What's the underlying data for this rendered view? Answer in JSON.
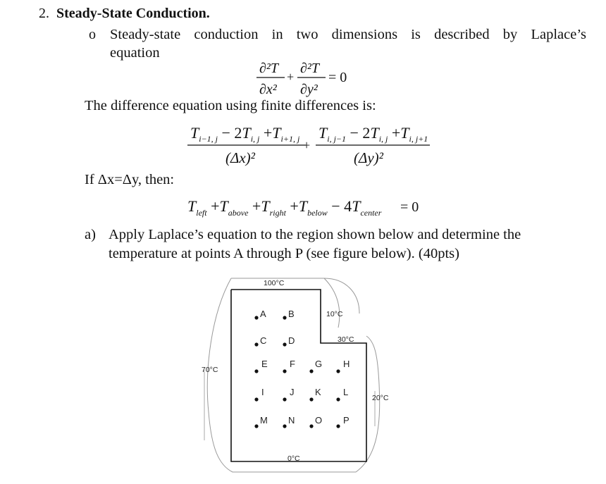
{
  "section": {
    "number": "2.",
    "title": "Steady-State Conduction."
  },
  "bullet": {
    "marker": "o",
    "line1": "Steady-state conduction in two dimensions is described by Laplace’s",
    "line2": "equation"
  },
  "laplace": {
    "num1": "∂²T",
    "den1": "∂x²",
    "plus": "+",
    "num2": "∂²T",
    "den2": "∂y²",
    "rhs": "= 0"
  },
  "difference_intro": "The difference equation using finite differences is:",
  "difference_eq": {
    "num1": "T",
    "den1": "(Δx)²",
    "num2": "T",
    "den2": "(Δy)²"
  },
  "condition": "If Δx=Δy, then:",
  "simplified_eq": {
    "rhs": "= 0"
  },
  "question": {
    "marker": "a)",
    "text": "Apply Laplace’s equation to the region shown below and determine the temperature at points A through P (see figure below). (40pts)"
  },
  "figure": {
    "boundaries": {
      "top": "100°C",
      "left": "70°C",
      "right_upper": "10°C",
      "notch": "30°C",
      "right_lower": "20°C",
      "bottom": "0°C"
    },
    "points": [
      "A",
      "B",
      "C",
      "D",
      "E",
      "F",
      "G",
      "H",
      "I",
      "J",
      "K",
      "L",
      "M",
      "N",
      "O",
      "P"
    ]
  }
}
